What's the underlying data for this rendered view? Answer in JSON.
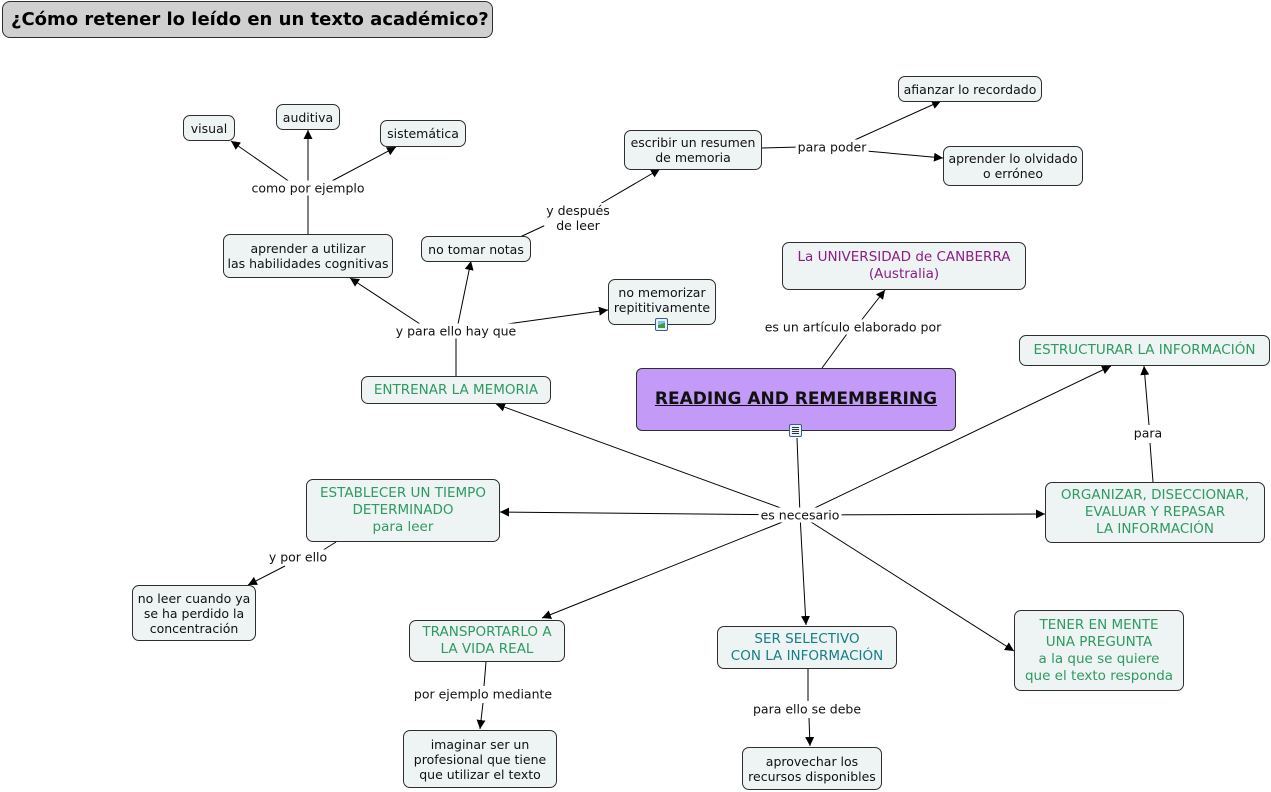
{
  "title": "¿Cómo retener lo leído en un texto académico?",
  "nodes": {
    "main": "READING AND REMEMBERING",
    "canberra": "La UNIVERSIDAD de CANBERRA\n(Australia)",
    "entrenar": "ENTRENAR LA MEMORIA",
    "aprender_habilidades": "aprender a utilizar\nlas habilidades cognitivas",
    "visual": "visual",
    "auditiva": "auditiva",
    "sistematica": "sistemática",
    "no_tomar_notas": "no tomar notas",
    "escribir_resumen": "escribir un resumen\nde memoria",
    "afianzar": "afianzar lo recordado",
    "aprender_olvidado": "aprender lo olvidado\no erróneo",
    "no_memorizar": "no memorizar\nrepititivamente",
    "estructurar": "ESTRUCTURAR LA INFORMACIÓN",
    "organizar": "ORGANIZAR, DISECCIONAR,\nEVALUAR Y REPASAR\nLA INFORMACIÓN",
    "establecer": "ESTABLECER UN TIEMPO\nDETERMINADO\npara leer",
    "no_leer": "no leer cuando ya\nse ha perdido la\nconcentración",
    "transportarlo": "TRANSPORTARLO A\nLA VIDA REAL",
    "imaginar": "imaginar ser un\nprofesional que tiene\nque utilizar el texto",
    "selectivo": "SER SELECTIVO\nCON LA INFORMACIÓN",
    "aprovechar": "aprovechar los\nrecursos disponibles",
    "tener_mente": "TENER EN MENTE\nUNA PREGUNTA\na la que se quiere\nque el texto responda"
  },
  "links": {
    "es_necesario": "es necesario",
    "es_un_articulo": "es un artículo elaborado por",
    "y_para_ello": "y para ello hay que",
    "como_por_ejemplo": "como por ejemplo",
    "y_despues": "y después\nde leer",
    "para_poder": "para poder",
    "para": "para",
    "y_por_ello": "y por ello",
    "por_ejemplo_mediante": "por ejemplo mediante",
    "para_ello_se_debe": "para ello se debe"
  },
  "icons": {
    "image_resource": "image-icon",
    "document_resource": "document-icon"
  },
  "colors": {
    "main_fill": "#c39af7",
    "title_fill": "#d0d0d0",
    "node_fill": "#eef4f4",
    "green_text": "#2e9a62",
    "teal_text": "#157f86",
    "purple_text": "#8a1e86"
  }
}
